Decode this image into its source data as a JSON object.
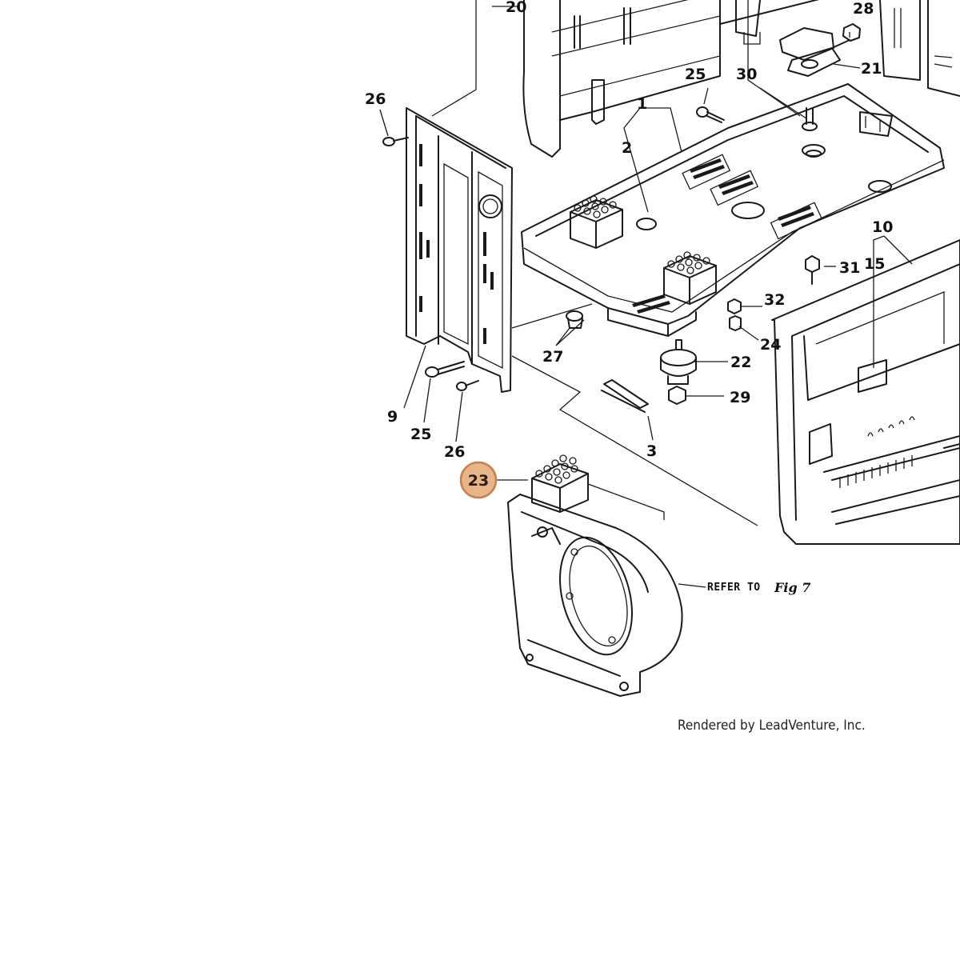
{
  "labels": {
    "p1": "1",
    "p2": "2",
    "p3": "3",
    "p9": "9",
    "p10": "10",
    "p15": "15",
    "p20": "20",
    "p21": "21",
    "p22": "22",
    "p23": "23",
    "p24": "24",
    "p25_top": "25",
    "p25_bottom": "25",
    "p26_top": "26",
    "p26_bottom": "26",
    "p27": "27",
    "p28": "28",
    "p29": "29",
    "p30": "30",
    "p31": "31",
    "p32": "32"
  },
  "highlight": {
    "part": "23",
    "color": "#e8b48a"
  },
  "note": {
    "refer_text": "REFER TO",
    "refer_fig": "Fig 7"
  },
  "credit": "Rendered by LeadVenture, Inc."
}
